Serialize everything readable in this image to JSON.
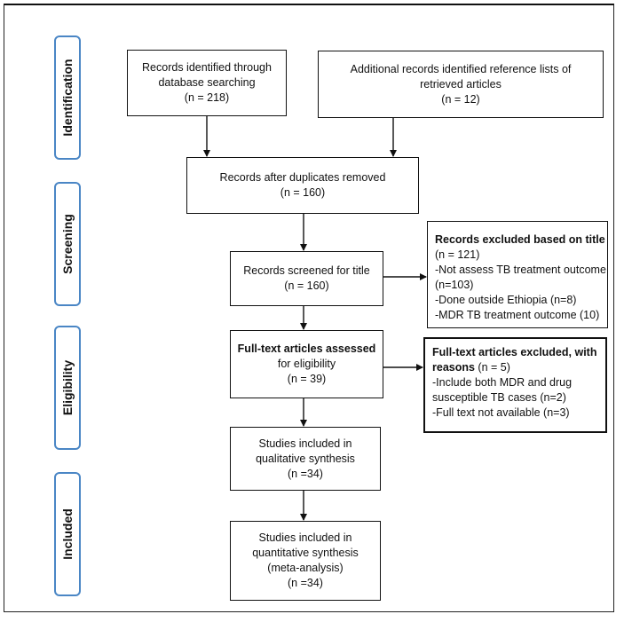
{
  "stages": [
    {
      "id": "identification",
      "label": "Identification"
    },
    {
      "id": "screening",
      "label": "Screening"
    },
    {
      "id": "eligibility",
      "label": "Eligibility"
    },
    {
      "id": "included",
      "label": "Included"
    }
  ],
  "boxes": {
    "database": {
      "lines": [
        "Records identified through",
        "database searching",
        "(n = 218)"
      ]
    },
    "additional": {
      "lines": [
        "Additional records identified reference lists of",
        "retrieved articles",
        "(n = 12)"
      ]
    },
    "duplicates": {
      "lines": [
        "Records after duplicates removed",
        "(n = 160)"
      ]
    },
    "screened": {
      "lines": [
        "Records screened for title",
        "(n = 160)"
      ]
    },
    "excluded_title": {
      "title": "Records excluded based on title",
      "lines": [
        "(n = 121)",
        "-Not assess TB treatment outcome",
        "(n=103)",
        "-Done outside Ethiopia (n=8)",
        "-MDR TB treatment outcome (10)"
      ]
    },
    "fulltext": {
      "lines": [
        "Full-text articles assessed",
        "for eligibility",
        "(n = 39)"
      ]
    },
    "excluded_fulltext": {
      "title": "Full-text articles excluded, with",
      "title2": "reasons",
      "title2_rest": " (n = 5)",
      "lines": [
        "-Include both MDR and drug",
        "susceptible TB cases (n=2)",
        "-Full text not available (n=3)"
      ]
    },
    "qualitative": {
      "lines": [
        "Studies included in",
        "qualitative synthesis",
        "(n =34)"
      ]
    },
    "quantitative": {
      "lines": [
        "Studies included in",
        "quantitative synthesis",
        "(meta-analysis)",
        "(n =34)"
      ]
    }
  }
}
